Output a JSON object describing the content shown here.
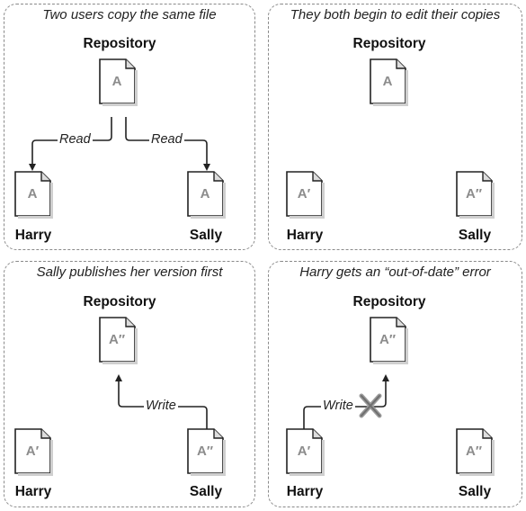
{
  "panels": [
    {
      "caption": "Two users copy the same file",
      "repository": {
        "label": "Repository",
        "doc": "A"
      },
      "harry": {
        "label": "Harry",
        "doc": "A"
      },
      "sally": {
        "label": "Sally",
        "doc": "A"
      },
      "arrows": [
        "Read",
        "Read"
      ]
    },
    {
      "caption": "They both begin to edit their copies",
      "repository": {
        "label": "Repository",
        "doc": "A"
      },
      "harry": {
        "label": "Harry",
        "doc": "A′"
      },
      "sally": {
        "label": "Sally",
        "doc": "A″"
      }
    },
    {
      "caption": "Sally publishes her version first",
      "repository": {
        "label": "Repository",
        "doc": "A″"
      },
      "harry": {
        "label": "Harry",
        "doc": "A′"
      },
      "sally": {
        "label": "Sally",
        "doc": "A″"
      },
      "arrows": [
        "Write"
      ]
    },
    {
      "caption": "Harry gets an “out-of-date” error",
      "repository": {
        "label": "Repository",
        "doc": "A″"
      },
      "harry": {
        "label": "Harry",
        "doc": "A′"
      },
      "sally": {
        "label": "Sally",
        "doc": "A″"
      },
      "arrows": [
        "Write"
      ]
    }
  ]
}
